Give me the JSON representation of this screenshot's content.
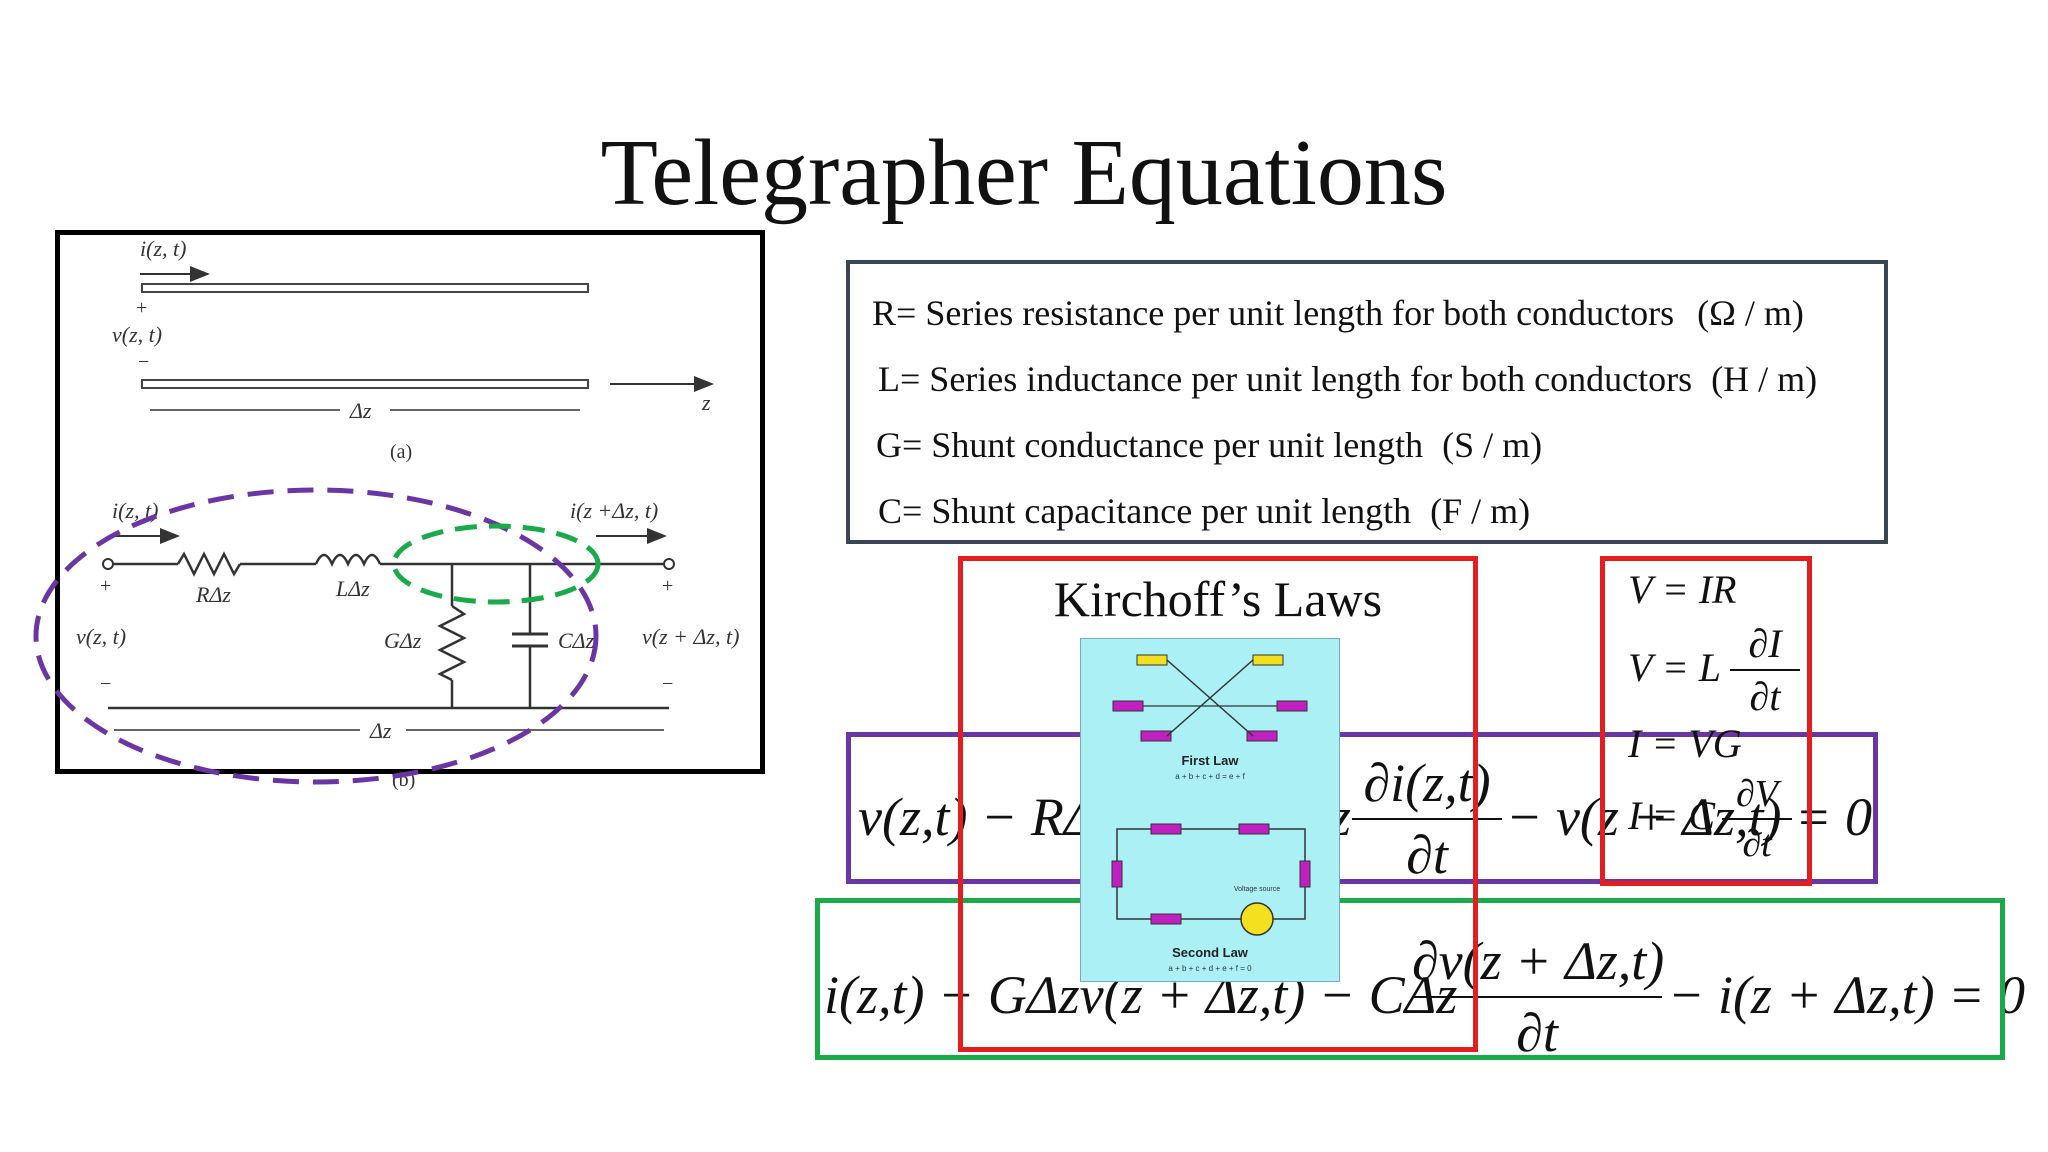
{
  "slide": {
    "title": "Telegrapher Equations"
  },
  "circuit": {
    "top_current": "i(z, t)",
    "plus_a": "+",
    "top_voltage": "v(z, t)",
    "minus_a": "−",
    "dz_a": "Δz",
    "z_axis": "z",
    "label_a": "(a)",
    "left_current": "i(z, t)",
    "right_current": "i(z +Δz, t)",
    "r_label": "RΔz",
    "l_label": "LΔz",
    "g_label": "GΔz",
    "c_label": "CΔz",
    "left_voltage": "v(z, t)",
    "right_voltage": "v(z + Δz, t)",
    "plus_b_left": "+",
    "plus_b_right": "+",
    "minus_b_left": "−",
    "minus_b_right": "−",
    "dz_b": "Δz",
    "label_b": "(b)"
  },
  "definitions": [
    {
      "text": "R= Series resistance per unit length for both conductors",
      "unit": "(Ω / m)"
    },
    {
      "text": "L= Series inductance per unit length for both conductors",
      "unit": "(H / m)"
    },
    {
      "text": "G= Shunt conductance per unit length",
      "unit": "(S / m)"
    },
    {
      "text": "C= Shunt capacitance per unit length",
      "unit": "(F / m)"
    }
  ],
  "kirchoff": {
    "title": "Kirchoff’s Laws",
    "image": {
      "first_law": "First Law",
      "first_eq": "a + b + c + d = e + f",
      "second_law": "Second Law",
      "second_eq": "a + b + c + d + e + f = 0",
      "source": "Voltage source"
    }
  },
  "ohm": {
    "eq1": "V = IR",
    "eq2_lhs": "V = L",
    "eq2_num": "∂I",
    "eq2_den": "∂t",
    "eq3": "I = VG",
    "eq4_lhs": "I = C",
    "eq4_num": "∂V",
    "eq4_den": "∂t"
  },
  "equation1": {
    "lhs": "v(z,t) − RΔ",
    "mid": "z",
    "num": "∂i(z,t)",
    "den": "∂t",
    "rhs": "− v(z + Δz,t) = 0"
  },
  "equation2": {
    "lhs": "i(z,t) − GΔzv(z + Δz,t) − CΔz",
    "num": "∂v(z + Δz,t)",
    "den": "∂t",
    "rhs": "− i(z + Δz,t) = 0"
  },
  "colors": {
    "purple": "#6b35a3",
    "green": "#1aaa4a",
    "red": "#e41e1e",
    "frame": "#3a4656"
  }
}
